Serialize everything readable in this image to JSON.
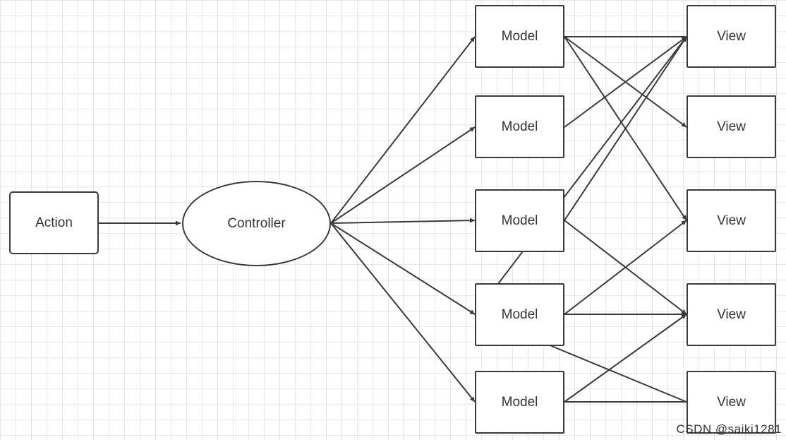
{
  "diagram": {
    "action_label": "Action",
    "controller_label": "Controller",
    "models": [
      "Model",
      "Model",
      "Model",
      "Model",
      "Model"
    ],
    "views": [
      "View",
      "View",
      "View",
      "View",
      "View"
    ],
    "edges": [
      {
        "from": "action",
        "to": "controller"
      },
      {
        "from": "controller",
        "to": "model-1"
      },
      {
        "from": "controller",
        "to": "model-2"
      },
      {
        "from": "controller",
        "to": "model-3"
      },
      {
        "from": "controller",
        "to": "model-4"
      },
      {
        "from": "controller",
        "to": "model-5"
      },
      {
        "from": "model-1",
        "to": "view-2"
      },
      {
        "from": "model-1",
        "to": "view-3"
      },
      {
        "from": "view-1",
        "to": "model-1"
      },
      {
        "from": "model-2",
        "to": "view-1"
      },
      {
        "from": "model-3",
        "to": "view-1"
      },
      {
        "from": "model-3",
        "to": "view-4"
      },
      {
        "from": "view-1",
        "to": "model-4"
      },
      {
        "from": "model-4",
        "to": "view-3"
      },
      {
        "from": "model-4",
        "to": "view-4"
      },
      {
        "from": "view-5",
        "to": "model-4"
      },
      {
        "from": "view-5",
        "to": "model-5"
      },
      {
        "from": "model-5",
        "to": "view-4"
      }
    ]
  },
  "watermark": {
    "text": "CSDN @saiki1281"
  },
  "colors": {
    "stroke": "#3a3a3a",
    "grid": "#e6e6e6",
    "text": "#333333"
  }
}
